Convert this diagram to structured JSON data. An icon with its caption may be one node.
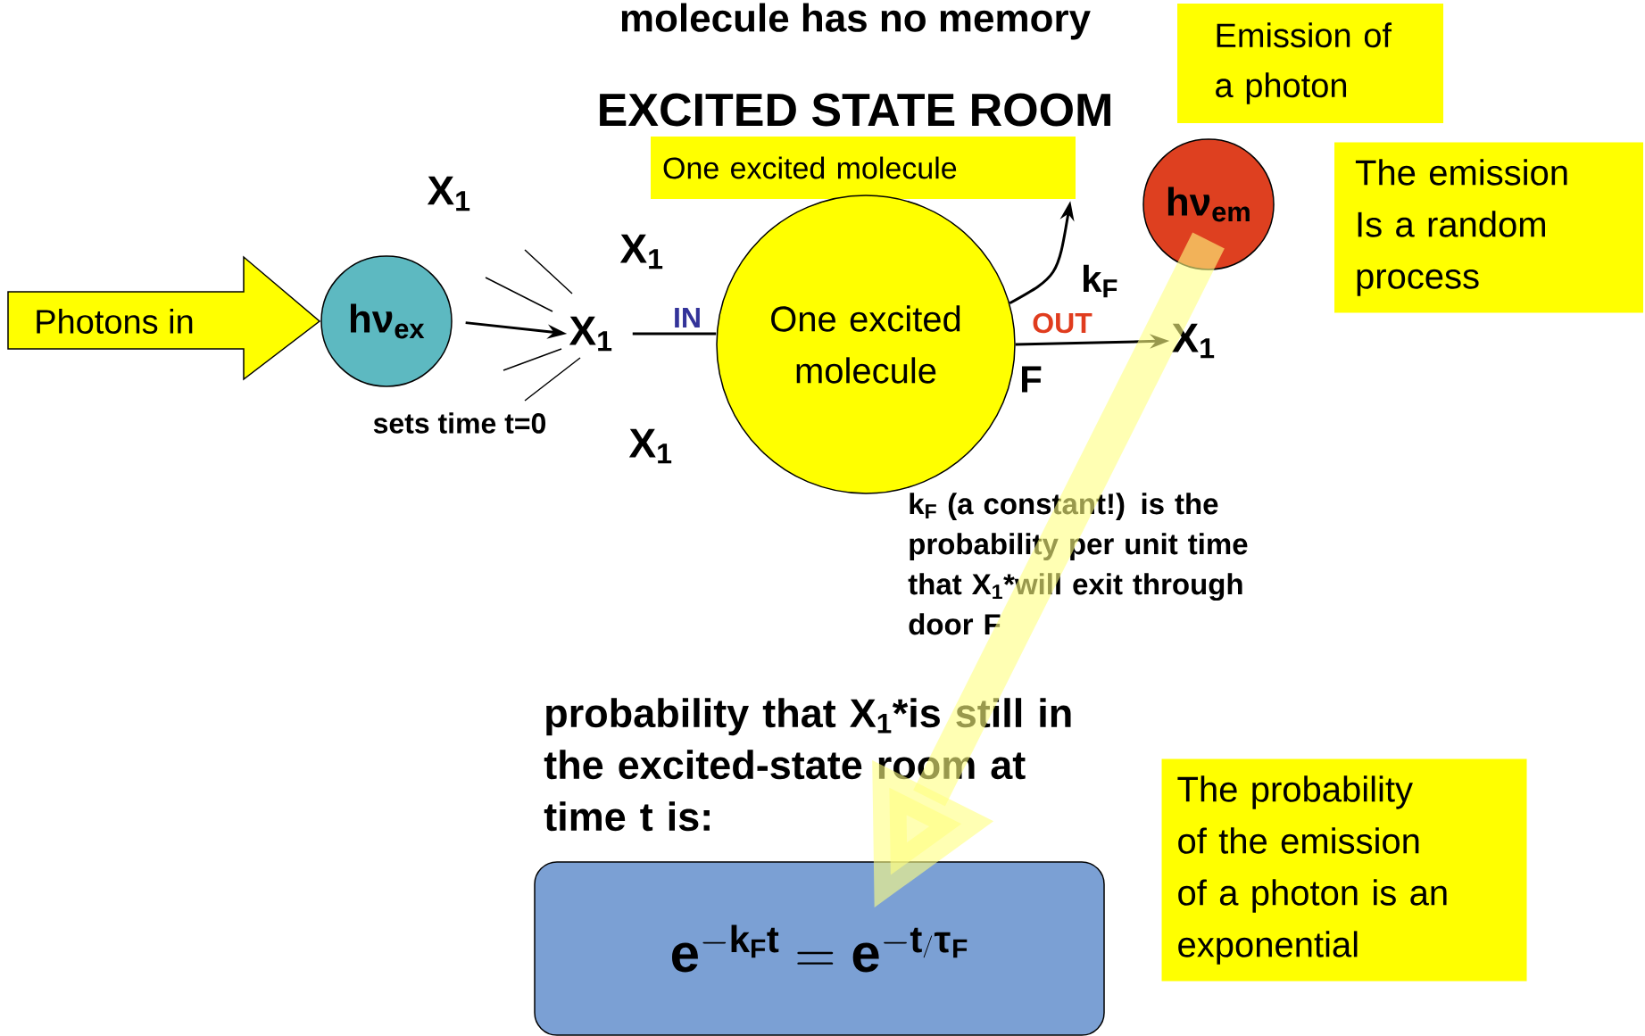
{
  "diagram": {
    "title": "EXCITED STATE ROOM",
    "nodes": [
      {
        "text": [
          "Photons in"
        ]
      },
      {
        "text": [
          "hν$_{ex}$"
        ],
        "beside": [
          "sets time t=0"
        ]
      },
      {
        "text": [
          "X$_{1}$"
        ]
      },
      {
        "text": [
          "One excited molecule"
        ]
      },
      {
        "text": [
          "One excited molecule"
        ]
      },
      {
        "text": [
          "Emission of a photon"
        ]
      },
      {
        "text": [
          "hν$_{em}$"
        ]
      },
      {
        "text": [
          "The emission Is a random process"
        ]
      },
      {
        "text": [
          "X$_{1}$"
        ]
      },
      {
        "text": [
          "e^{-k_{F}t} = e^{-t/\\tau_{F}}"
        ]
      },
      {
        "text": [
          "The probability of the emission of a photon is an exponential"
        ]
      }
    ],
    "edges": [
      {
        "from": 1,
        "to": 2,
        "arrow": "to"
      },
      {
        "from": 2,
        "to": 4,
        "arrow": "none",
        "label": "IN"
      },
      {
        "from": 4,
        "to": 8,
        "arrow": "to",
        "label": "OUT"
      },
      {
        "from": 4,
        "to": 3,
        "arrow": "to"
      },
      {
        "from": 6,
        "to": 9,
        "arrow": "to",
        "style": "thick",
        "color": "#ffff80"
      }
    ],
    "labels": [
      "molecule has no memory",
      "X$_{1}$",
      "X$_{1}$",
      "X$_{1}$",
      "k$_{F}$",
      "F",
      "k$_{F}$ (a constant!) is the probability per unit time that X$_{1}$*will exit through door F",
      "probability that X$_{1}$*is still in the excited-state room at time t is:"
    ]
  }
}
